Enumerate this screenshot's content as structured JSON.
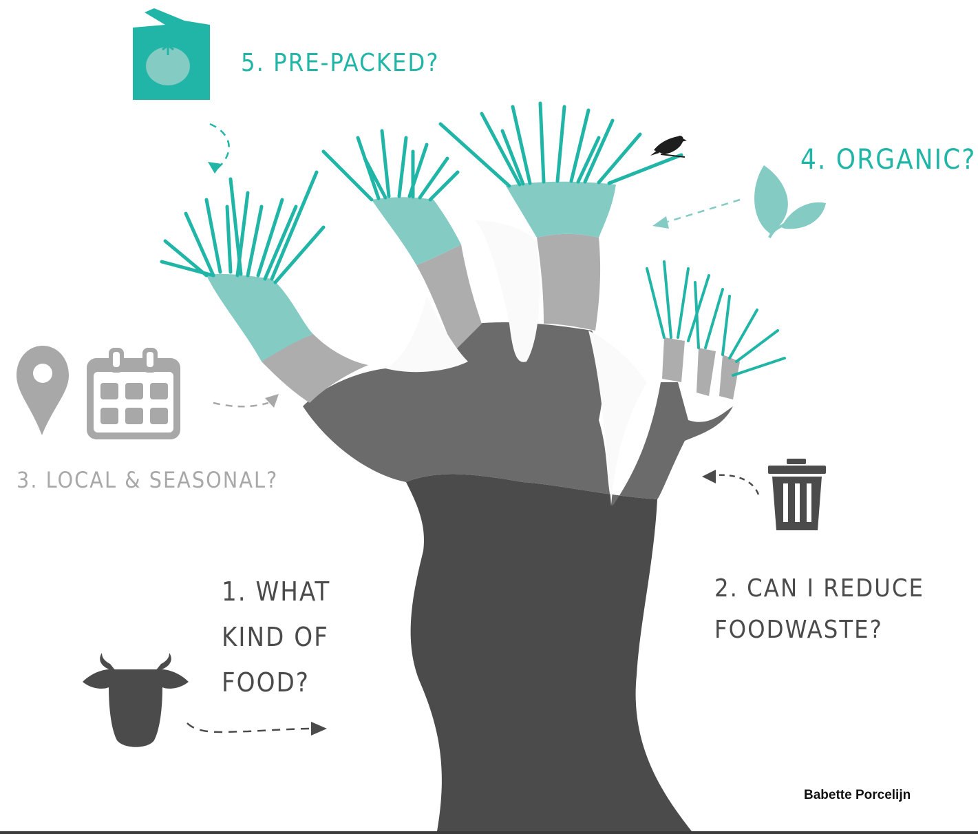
{
  "colors": {
    "teal": "#20b5a6",
    "teal_light": "#84cbc4",
    "grey_light": "#adadad",
    "grey_mid": "#6b6b6b",
    "grey_dark": "#4b4b4b",
    "icon_grey": "#a8a8a8"
  },
  "steps": [
    {
      "id": "what-kind-of-food",
      "lines": [
        "1. WHAT",
        "KIND OF",
        "FOOD?"
      ],
      "icon": "cow-icon"
    },
    {
      "id": "reduce-foodwaste",
      "lines": [
        "2. CAN I REDUCE",
        "FOODWASTE?"
      ],
      "icon": "trash-icon"
    },
    {
      "id": "local-seasonal",
      "lines": [
        "3. LOCAL & SEASONAL?"
      ],
      "icon": "location-pin-icon, calendar-icon"
    },
    {
      "id": "organic",
      "lines": [
        "4. ORGANIC?"
      ],
      "icon": "leaf-icon"
    },
    {
      "id": "pre-packed",
      "lines": [
        "5. PRE-PACKED?"
      ],
      "icon": "tomato-package-icon"
    }
  ],
  "credit": "Babette Porcelijn"
}
